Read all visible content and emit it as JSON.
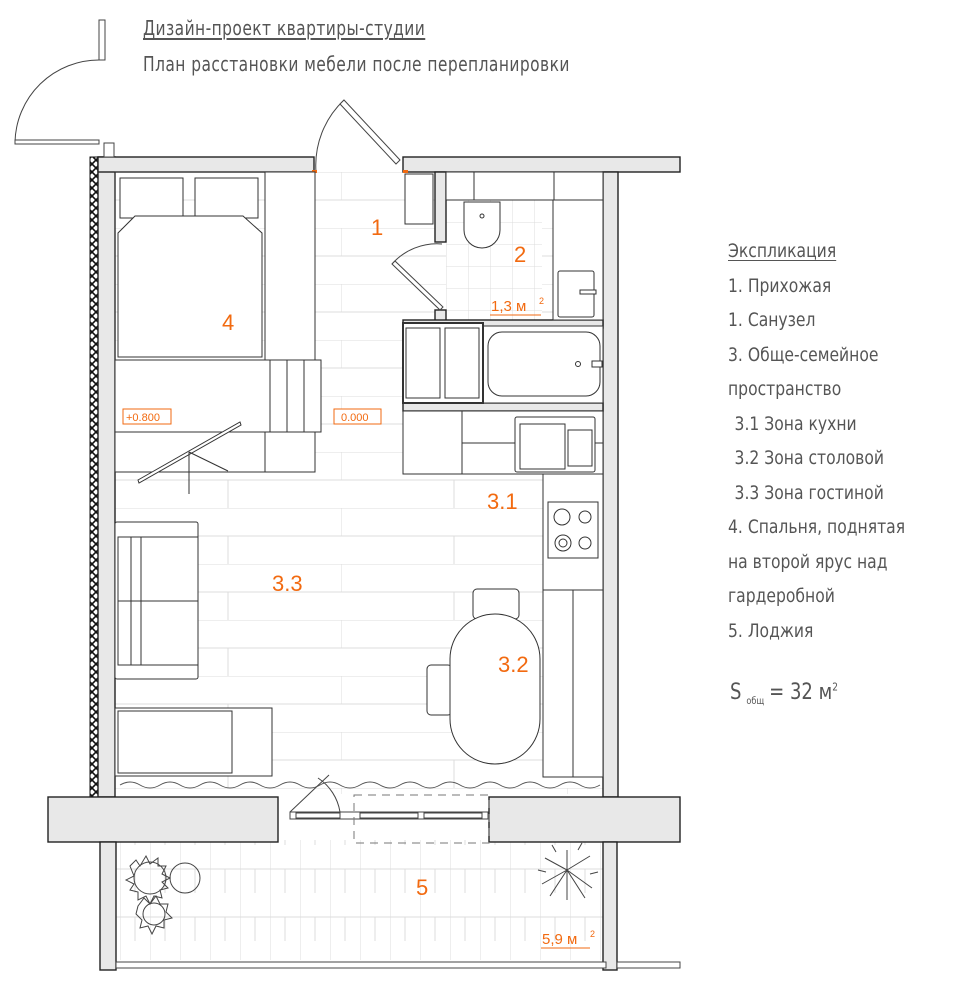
{
  "header": {
    "title": "Дизайн-проект квартиры-студии",
    "subtitle": "План расстановки мебели после перепланировки"
  },
  "explication": {
    "heading": "Экспликация",
    "items": [
      {
        "text": "1. Прихожая"
      },
      {
        "text": "1. Санузел"
      },
      {
        "text": "3. Обще-семейное"
      },
      {
        "text": "пространство"
      },
      {
        "text": "3.1 Зона кухни"
      },
      {
        "text": "3.2 Зона столовой"
      },
      {
        "text": "3.3 Зона гостиной"
      },
      {
        "text": "4. Спальня, поднятая"
      },
      {
        "text": "на второй ярус над"
      },
      {
        "text": "гардеробной"
      },
      {
        "text": "5. Лоджия"
      }
    ],
    "total": {
      "prefix": "S",
      "sub": "общ",
      "value": "= 32 м",
      "sup": "2"
    }
  },
  "plan": {
    "room_labels": {
      "r1": "1",
      "r2": "2",
      "r31": "3.1",
      "r32": "3.2",
      "r33": "3.3",
      "r4": "4",
      "r5": "5"
    },
    "areas": {
      "bathroom": "1,3 м",
      "loggia": "5,9 м",
      "sup": "2"
    },
    "levels": {
      "bedroom": "+0.800",
      "floor": "0.000"
    },
    "colors": {
      "accent": "#f26a10",
      "wall_fill": "#e8e8e8",
      "line": "#333333",
      "tile": "#dddddd"
    }
  }
}
